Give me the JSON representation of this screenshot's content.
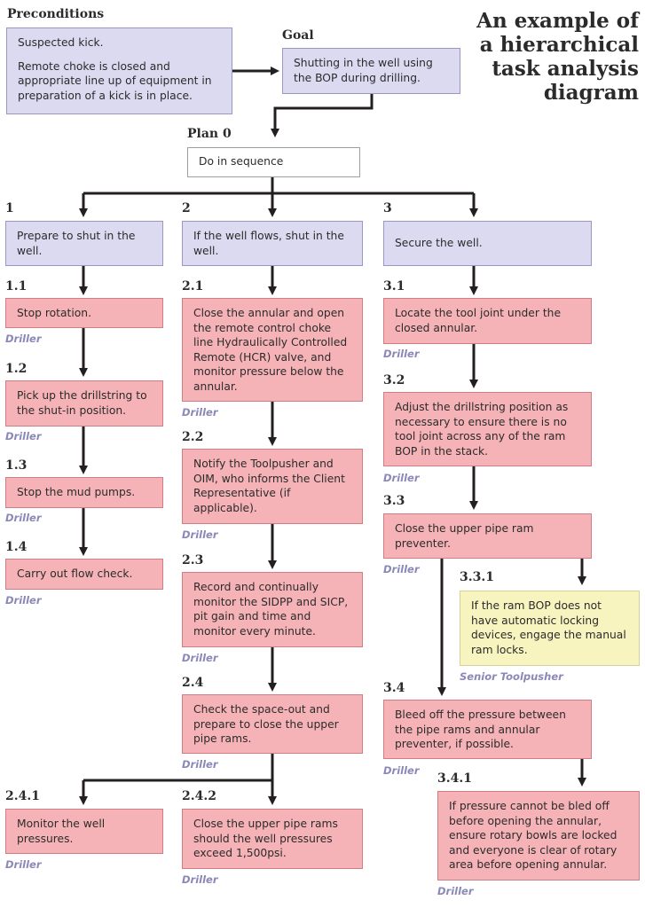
{
  "title": {
    "line1": "An example of",
    "line2": "a hierarchical",
    "line3": "task analysis",
    "line4": "diagram"
  },
  "preconditions": {
    "label": "Preconditions",
    "para1": "Suspected kick.",
    "para2": "Remote choke is closed and appropriate line up of equipment in preparation of a kick is in place."
  },
  "goal": {
    "label": "Goal",
    "text": "Shutting in the well using the BOP during drilling."
  },
  "plan": {
    "label": "Plan 0",
    "text": "Do in sequence"
  },
  "tasks": {
    "t1": {
      "id": "1",
      "text": "Prepare to shut in the well."
    },
    "t1_1": {
      "id": "1.1",
      "text": "Stop rotation.",
      "role": "Driller"
    },
    "t1_2": {
      "id": "1.2",
      "text": "Pick up the drillstring to the shut-in position.",
      "role": "Driller"
    },
    "t1_3": {
      "id": "1.3",
      "text": "Stop the mud pumps.",
      "role": "Driller"
    },
    "t1_4": {
      "id": "1.4",
      "text": "Carry out flow check.",
      "role": "Driller"
    },
    "t2": {
      "id": "2",
      "text": "If the well flows, shut in the well."
    },
    "t2_1": {
      "id": "2.1",
      "text": "Close the annular and open the remote control choke line Hydraulically Controlled Remote (HCR) valve, and monitor pressure below the annular.",
      "role": "Driller"
    },
    "t2_2": {
      "id": "2.2",
      "text": "Notify the Toolpusher and OIM, who informs the Client Representative (if applicable).",
      "role": "Driller"
    },
    "t2_3": {
      "id": "2.3",
      "text": "Record and continually monitor the SIDPP and SICP, pit gain and time and monitor every minute.",
      "role": "Driller"
    },
    "t2_4": {
      "id": "2.4",
      "text": "Check the space-out and prepare to close the upper pipe rams.",
      "role": "Driller"
    },
    "t2_4_1": {
      "id": "2.4.1",
      "text": "Monitor the well pressures.",
      "role": "Driller"
    },
    "t2_4_2": {
      "id": "2.4.2",
      "text": "Close the upper pipe rams should the well pressures exceed 1,500psi.",
      "role": "Driller"
    },
    "t3": {
      "id": "3",
      "text": "Secure the well."
    },
    "t3_1": {
      "id": "3.1",
      "text": "Locate the tool joint under the closed annular.",
      "role": "Driller"
    },
    "t3_2": {
      "id": "3.2",
      "text": "Adjust the drillstring position as necessary to ensure there is no tool joint across any of the ram BOP in the stack.",
      "role": "Driller"
    },
    "t3_3": {
      "id": "3.3",
      "text": "Close the upper pipe ram preventer.",
      "role": "Driller"
    },
    "t3_3_1": {
      "id": "3.3.1",
      "text": "If the ram BOP does not have automatic locking devices, engage the manual ram locks.",
      "role": "Senior Toolpusher"
    },
    "t3_4": {
      "id": "3.4",
      "text": "Bleed off the pressure between the pipe rams and annular preventer, if possible.",
      "role": "Driller"
    },
    "t3_4_1": {
      "id": "3.4.1",
      "text": "If pressure cannot be bled off before opening the annular, ensure rotary bowls are locked and everyone is clear of rotary area before opening annular.",
      "role": "Driller"
    }
  },
  "colors": {
    "top_level": "#dcdaf0",
    "subtask": "#f6b3b7",
    "senior_task": "#f7f4bf",
    "role_text": "#8b88b8",
    "connector": "#231f20"
  }
}
